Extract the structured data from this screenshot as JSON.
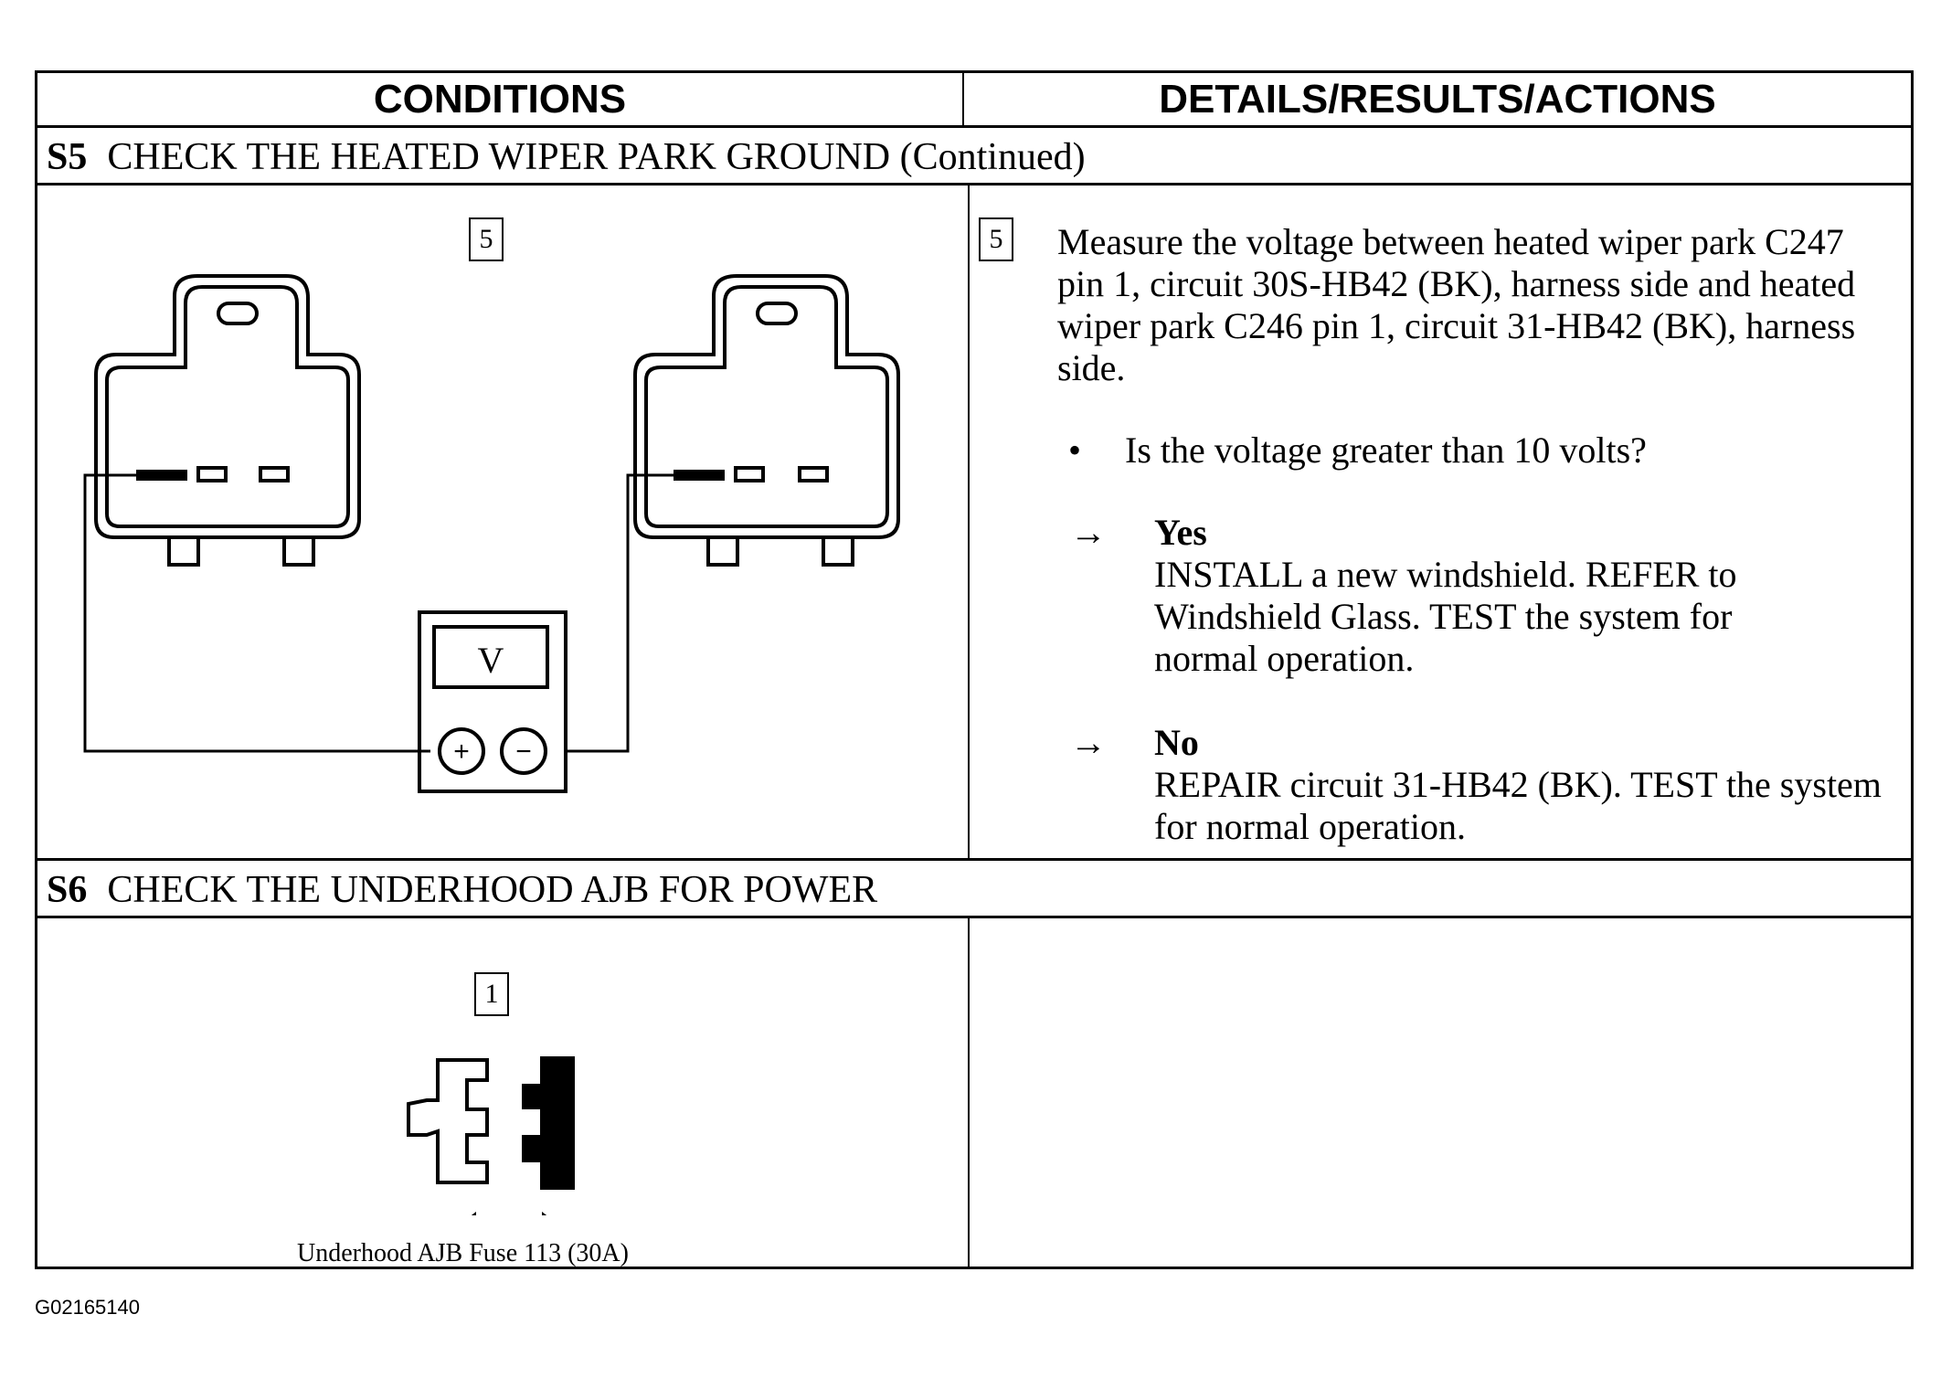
{
  "header": {
    "conditions": "CONDITIONS",
    "details": "DETAILS/RESULTS/ACTIONS"
  },
  "s5": {
    "step": "S5",
    "title": "CHECK THE HEATED WIPER PARK GROUND (Continued)",
    "diagram_label": "5",
    "meter_label": "V",
    "plus": "+",
    "minus": "−",
    "detail_num": "5",
    "detail_text": "Measure the voltage between heated wiper park C247 pin 1, circuit 30S-HB42 (BK), harness side and heated wiper park C246 pin 1, circuit 31-HB42 (BK), harness side.",
    "question_bullet": "•",
    "question": "Is the voltage greater than 10 volts?",
    "arrow": "→",
    "yes_label": "Yes",
    "yes_text": "INSTALL a new windshield. REFER to Windshield Glass. TEST the system for normal operation.",
    "no_label": "No",
    "no_text": "REPAIR circuit 31-HB42 (BK). TEST the system for normal operation."
  },
  "s6": {
    "step": "S6",
    "title": "CHECK THE UNDERHOOD AJB FOR POWER",
    "diagram_label": "1",
    "caption": "Underhood AJB Fuse 113 (30A)"
  },
  "figure_id": "G02165140"
}
